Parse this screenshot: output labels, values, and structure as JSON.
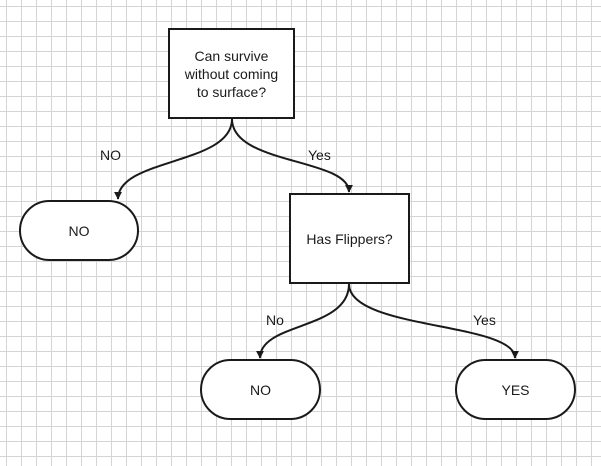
{
  "diagram": {
    "nodes": [
      {
        "id": "q1",
        "shape": "process",
        "lines": [
          "Can survive",
          "without coming",
          "to surface?"
        ]
      },
      {
        "id": "no1",
        "shape": "terminal",
        "lines": [
          "NO"
        ]
      },
      {
        "id": "q2",
        "shape": "process",
        "lines": [
          "Has Flippers?"
        ]
      },
      {
        "id": "no2",
        "shape": "terminal",
        "lines": [
          "NO"
        ]
      },
      {
        "id": "yes",
        "shape": "terminal",
        "lines": [
          "YES"
        ]
      }
    ],
    "edges": [
      {
        "from": "q1",
        "to": "no1",
        "label": "NO"
      },
      {
        "from": "q1",
        "to": "q2",
        "label": "Yes"
      },
      {
        "from": "q2",
        "to": "no2",
        "label": "No"
      },
      {
        "from": "q2",
        "to": "yes",
        "label": "Yes"
      }
    ]
  },
  "colors": {
    "stroke": "#1a1a1a",
    "grid": "#d4d4d4",
    "background": "#ffffff"
  }
}
